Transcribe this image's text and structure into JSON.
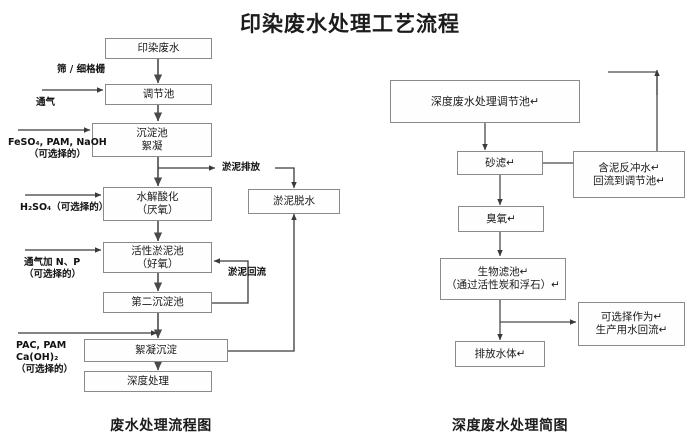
{
  "title": "印染废水处理工艺流程",
  "left_flow": {
    "caption": "废水处理流程图",
    "boxes": [
      {
        "id": "dyeing-wastewater",
        "lines": [
          "印染废水"
        ]
      },
      {
        "id": "regulating-tank",
        "lines": [
          "调节池"
        ]
      },
      {
        "id": "sedimentation-flocculation",
        "lines": [
          "沉淀池",
          "絮凝"
        ]
      },
      {
        "id": "hydrolysis-acidification",
        "lines": [
          "水解酸化",
          "（厌氧）"
        ]
      },
      {
        "id": "activated-sludge-tank",
        "lines": [
          "活性淤泥池",
          "（好氧）"
        ]
      },
      {
        "id": "secondary-sedimentation",
        "lines": [
          "第二沉淀池"
        ]
      },
      {
        "id": "flocculation-sedimentation",
        "lines": [
          "絮凝沉淀"
        ]
      },
      {
        "id": "advanced-treatment",
        "lines": [
          "深度处理"
        ]
      }
    ],
    "labels": {
      "screen_grating": "筛 / 细格栅",
      "aeration": "通气",
      "feso4_pam_naoh": "FeSO₄, PAM, NaOH",
      "optional_1": "（可选择的）",
      "h2so4": "H₂SO₄（可选择的）",
      "aeration_np": "通气加 N、P",
      "optional_2": "（可选择的）",
      "pac_pam": "PAC, PAM",
      "caoh2": "Ca(OH)₂",
      "optional_3": "（可选择的）"
    }
  },
  "sludge_flow": {
    "labels": {
      "sludge_discharge": "淤泥排放",
      "sludge_return": "淤泥回流"
    },
    "boxes": [
      {
        "id": "sludge-dewatering",
        "lines": [
          "淤泥脱水"
        ]
      }
    ]
  },
  "right_flow": {
    "caption": "深度废水处理简图",
    "boxes": [
      {
        "id": "advanced-regulating-tank",
        "lines": [
          "深度废水处理调节池↵"
        ]
      },
      {
        "id": "sand-filter",
        "lines": [
          "砂滤↵"
        ]
      },
      {
        "id": "ozone",
        "lines": [
          "臭氧↵"
        ]
      },
      {
        "id": "biological-filter",
        "lines": [
          "生物滤池↵",
          "（通过活性炭和浮石）↵"
        ]
      },
      {
        "id": "discharge-water-body",
        "lines": [
          "排放水体↵"
        ]
      },
      {
        "id": "backwash-return",
        "lines": [
          "含泥反冲水↵",
          "回流到调节池↵"
        ]
      },
      {
        "id": "production-water-reuse",
        "lines": [
          "可选择作为↵",
          "生产用水回流↵"
        ]
      }
    ]
  },
  "colors": {
    "box_border": "#8a8a8a",
    "arrow": "#4a4a4a",
    "text": "#1a1a1a",
    "background": "#ffffff"
  }
}
